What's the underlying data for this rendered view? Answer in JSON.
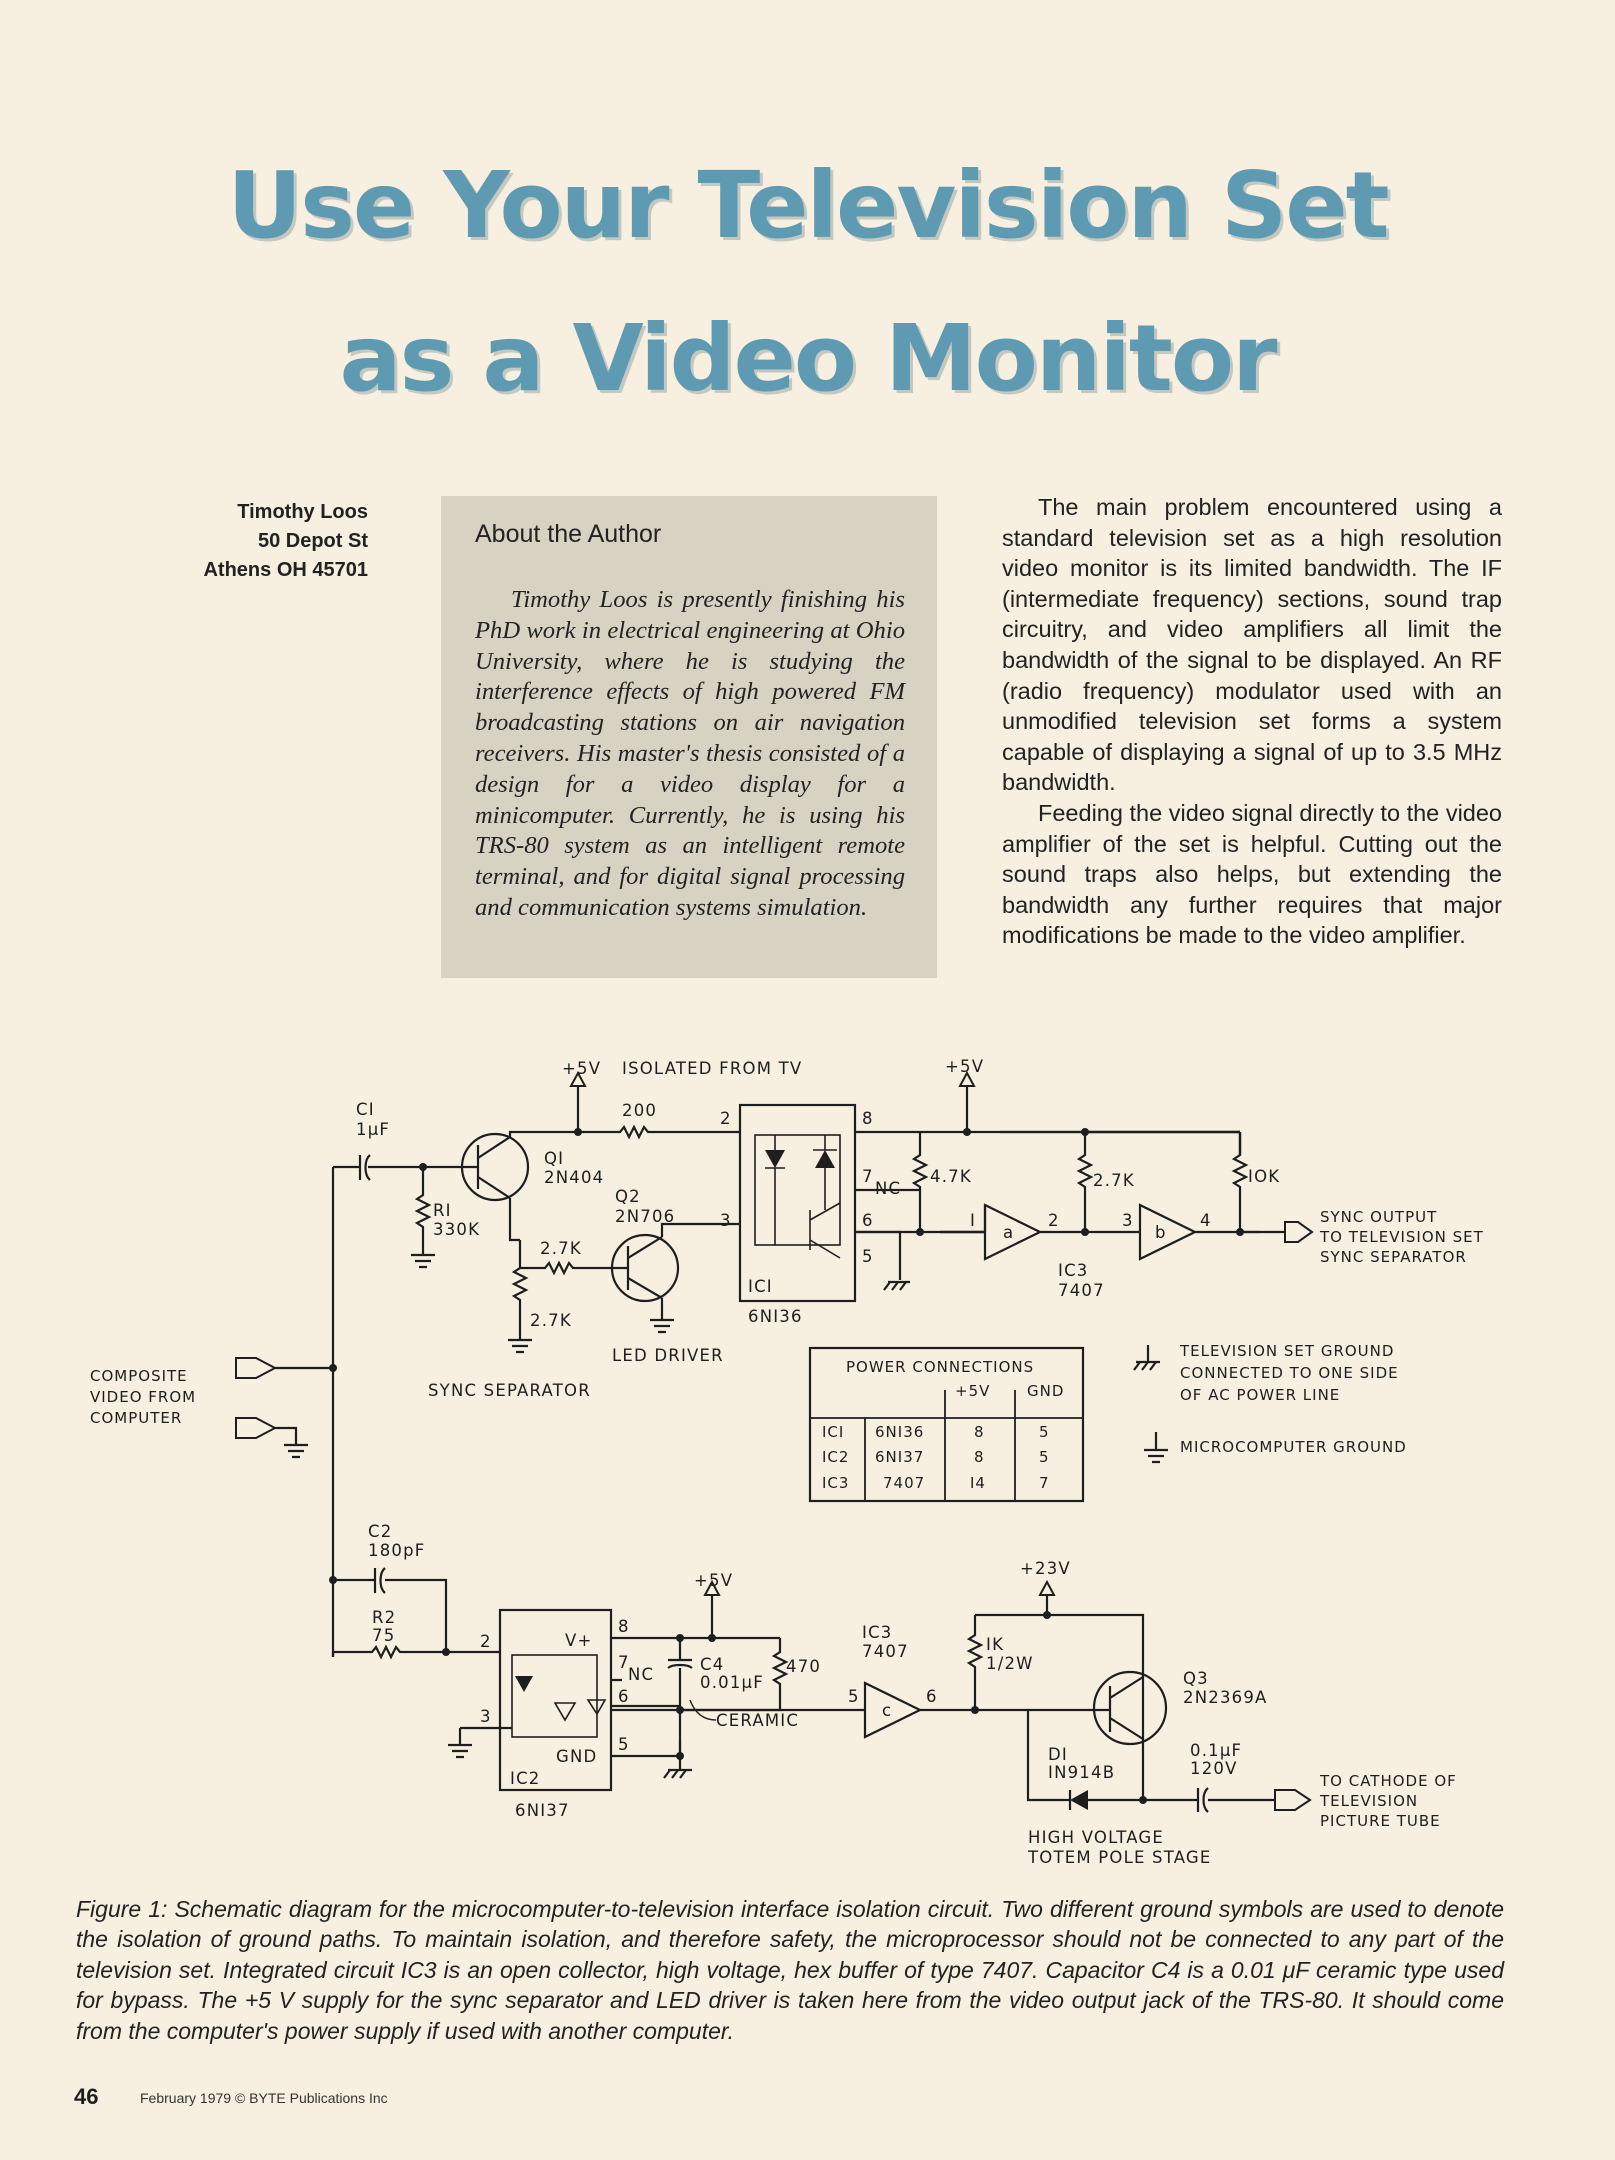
{
  "title": {
    "line1": "Use Your Television Set",
    "line2": "as a Video Monitor"
  },
  "author": {
    "name": "Timothy Loos",
    "street": "50 Depot St",
    "city": "Athens OH 45701"
  },
  "about": {
    "heading": "About the Author",
    "body": "Timothy Loos is presently finishing his PhD work in electrical engineering at Ohio University, where he is studying the interference effects of high powered FM broadcasting stations on air navigation receivers. His master's thesis consisted of a design for a video display for a minicomputer. Currently, he is using his TRS-80 system as an intelligent remote terminal, and for digital signal processing and communication systems simulation."
  },
  "article": {
    "p1": "The main problem encountered using a standard television set as a high resolution video monitor is its limited bandwidth. The IF (intermediate frequency) sections, sound trap circuitry, and video amplifiers all limit the bandwidth of the signal to be displayed. An RF (radio frequency) modulator used with an unmodified television set forms a system capable of displaying a signal of up to 3.5 MHz bandwidth.",
    "p2": "Feeding the video signal directly to the video amplifier of the set is helpful. Cutting out the sound traps also helps, but extending the bandwidth any further requires that major modifications be made to the video amplifier."
  },
  "schematic": {
    "plus5v": "+5V",
    "isolated": "ISOLATED FROM TV",
    "c1": "CI",
    "c1_val": "1μF",
    "q1": "QI",
    "q1_part": "2N404",
    "r200": "200",
    "q2": "Q2",
    "q2_part": "2N706",
    "r1": "RI",
    "r1_val": "330K",
    "r27k": "2.7K",
    "r47k": "4.7K",
    "r10k": "IOK",
    "ic1": "ICI",
    "ic1_part": "6NI36",
    "nc": "NC",
    "led_driver": "LED DRIVER",
    "sync_sep": "SYNC SEPARATOR",
    "gate_a": "a",
    "gate_b": "b",
    "gate_c": "c",
    "ic3": "IC3",
    "ic3_part": "7407",
    "sync_out_1": "SYNC OUTPUT",
    "sync_out_2": "TO TELEVISION SET",
    "sync_out_3": "SYNC SEPARATOR",
    "comp_1": "COMPOSITE",
    "comp_2": "VIDEO FROM",
    "comp_3": "COMPUTER",
    "tv_gnd_1": "TELEVISION SET GROUND",
    "tv_gnd_2": "CONNECTED TO ONE SIDE",
    "tv_gnd_3": "OF AC POWER LINE",
    "micro_gnd": "MICROCOMPUTER GROUND",
    "c2": "C2",
    "c2_val": "180pF",
    "r2": "R2",
    "r2_val": "75",
    "vplus": "V+",
    "gnd": "GND",
    "ic2": "IC2",
    "ic2_part": "6NI37",
    "c4": "C4",
    "c4_val": "0.01μF",
    "ceramic": "CERAMIC",
    "r470": "470",
    "plus23v": "+23V",
    "r1k": "IK",
    "r1k_w": "1/2W",
    "q3": "Q3",
    "q3_part": "2N2369A",
    "d1": "DI",
    "d1_part": "IN914B",
    "cap_out": "0.1μF",
    "cap_out_v": "120V",
    "cathode_1": "TO CATHODE OF",
    "cathode_2": "TELEVISION",
    "cathode_3": "PICTURE TUBE",
    "hv_1": "HIGH VOLTAGE",
    "hv_2": "TOTEM POLE STAGE",
    "power_table": {
      "title": "POWER CONNECTIONS",
      "headers": [
        "+5V",
        "GND"
      ],
      "rows": [
        [
          "ICI",
          "6NI36",
          "8",
          "5"
        ],
        [
          "IC2",
          "6NI37",
          "8",
          "5"
        ],
        [
          "IC3",
          "7407",
          "I4",
          "7"
        ]
      ]
    },
    "pins": {
      "p2": "2",
      "p3": "3",
      "p5": "5",
      "p6": "6",
      "p7": "7",
      "p8": "8",
      "p1": "I",
      "p4": "4"
    }
  },
  "caption": "Figure 1: Schematic diagram for the microcomputer-to-television interface isolation circuit. Two different ground symbols are used to denote the isolation of ground paths. To maintain isolation, and therefore safety, the microprocessor should not be connected to any part of the television set. Integrated circuit IC3 is an open collector, high voltage, hex buffer of type 7407. Capacitor C4 is a 0.01 μF ceramic type used for bypass. The +5 V supply for the sync separator and LED driver is taken here from the video output jack of the TRS-80. It should come from the computer's power supply if used with another computer.",
  "footer": {
    "page": "46",
    "issue": "February 1979 © BYTE Publications Inc"
  }
}
